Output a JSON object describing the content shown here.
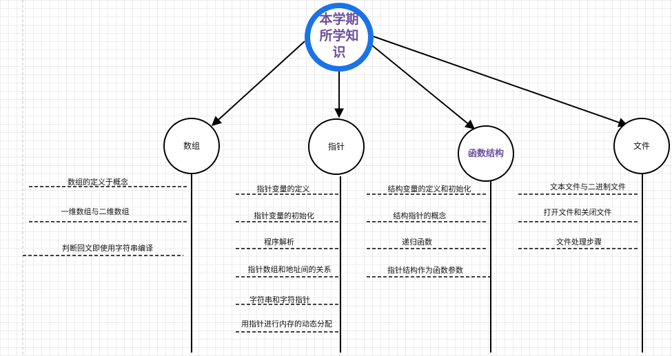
{
  "root": {
    "lines": [
      "本学期",
      "所学知",
      "识"
    ]
  },
  "branches": [
    {
      "label": "数组",
      "items": [
        "数组的定义于概念",
        "一维数组与二维数组",
        "判断回文即使用字符串编译"
      ]
    },
    {
      "label": "指针",
      "items": [
        "指针变量的定义",
        "指针变量的初始化",
        "程序解析",
        "指针数组和地址间的关系",
        "字符串和字符指针",
        "用指针进行内存的动态分配"
      ]
    },
    {
      "label": "函数结构",
      "items": [
        "结构变量的定义和初始化",
        "结构指针的概念",
        "递归函数",
        "指针结构作为函数参数"
      ]
    },
    {
      "label": "文件",
      "items": [
        "文本文件与二进制文件",
        "打开文件和关闭文件",
        "文件处理步骤"
      ]
    }
  ],
  "colors": {
    "root_ring": "#1a73e8",
    "accent_text": "#6c4f9c",
    "line": "#000000"
  }
}
